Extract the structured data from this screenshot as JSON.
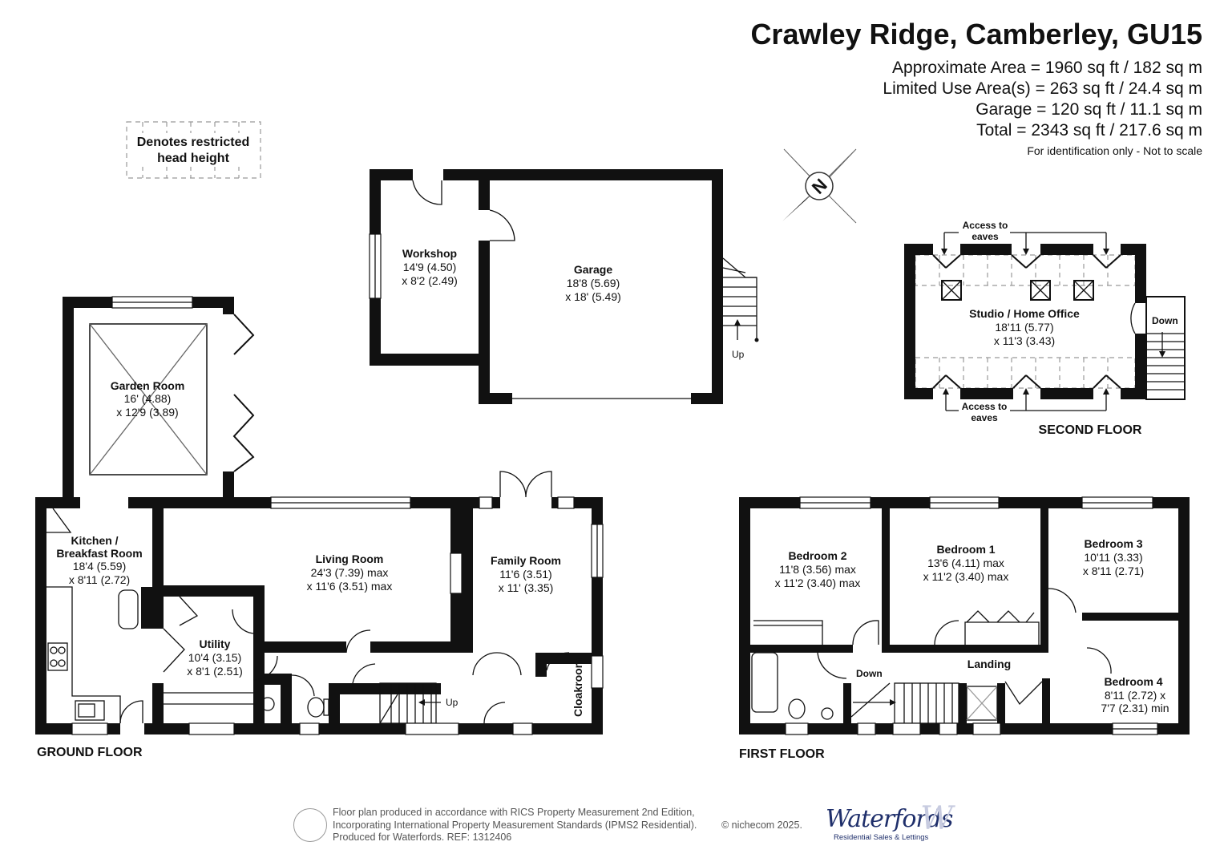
{
  "header": {
    "title": "Crawley Ridge, Camberley, GU15",
    "areas": [
      "Approximate Area = 1960 sq ft / 182 sq m",
      "Limited Use Area(s) = 263 sq ft / 24.4 sq m",
      "Garage = 120 sq ft / 11.1 sq m",
      "Total = 2343 sq ft / 217.6 sq m"
    ],
    "note": "For identification only - Not to scale"
  },
  "legend": {
    "line1": "Denotes restricted",
    "line2": "head height"
  },
  "compass": {
    "letter": "N"
  },
  "floors": {
    "ground": "GROUND FLOOR",
    "first": "FIRST FLOOR",
    "second": "SECOND FLOOR"
  },
  "rooms": {
    "garden_room": {
      "name": "Garden Room",
      "dim1": "16' (4.88)",
      "dim2": "x 12'9 (3.89)"
    },
    "kitchen": {
      "name1": "Kitchen /",
      "name2": "Breakfast Room",
      "dim1": "18'4 (5.59)",
      "dim2": "x 8'11 (2.72)"
    },
    "living_room": {
      "name": "Living Room",
      "dim1": "24'3 (7.39) max",
      "dim2": "x 11'6 (3.51) max"
    },
    "family_room": {
      "name": "Family Room",
      "dim1": "11'6 (3.51)",
      "dim2": "x 11' (3.35)"
    },
    "utility": {
      "name": "Utility",
      "dim1": "10'4 (3.15)",
      "dim2": "x 8'1 (2.51)"
    },
    "cloakroom": {
      "name": "Cloakroom"
    },
    "workshop": {
      "name": "Workshop",
      "dim1": "14'9 (4.50)",
      "dim2": "x 8'2 (2.49)"
    },
    "garage": {
      "name": "Garage",
      "dim1": "18'8 (5.69)",
      "dim2": "x 18' (5.49)"
    },
    "studio": {
      "name": "Studio / Home Office",
      "dim1": "18'11 (5.77)",
      "dim2": "x 11'3 (3.43)"
    },
    "bedroom2": {
      "name": "Bedroom 2",
      "dim1": "11'8 (3.56) max",
      "dim2": "x 11'2 (3.40) max"
    },
    "bedroom1": {
      "name": "Bedroom 1",
      "dim1": "13'6 (4.11) max",
      "dim2": "x 11'2 (3.40) max"
    },
    "bedroom3": {
      "name": "Bedroom 3",
      "dim1": "10'11 (3.33)",
      "dim2": "x 8'11 (2.71)"
    },
    "bedroom4": {
      "name": "Bedroom 4",
      "dim1": "8'11 (2.72) x",
      "dim2": "7'7 (2.31) min"
    },
    "landing": {
      "name": "Landing"
    }
  },
  "labels": {
    "up": "Up",
    "down": "Down",
    "eaves_top_1": "Access to",
    "eaves_top_2": "eaves",
    "eaves_bottom_1": "Access to",
    "eaves_bottom_2": "eaves"
  },
  "footer": {
    "line1": "Floor plan produced in accordance with RICS Property Measurement 2nd Edition,",
    "line2": "Incorporating International Property Measurement Standards (IPMS2 Residential).",
    "line3": "Produced for Waterfords.   REF: 1312406",
    "copyright": "© nichecom 2025.",
    "logo_name": "Waterfords",
    "logo_tagline": "Residential Sales & Lettings",
    "logo_mark": "W"
  }
}
